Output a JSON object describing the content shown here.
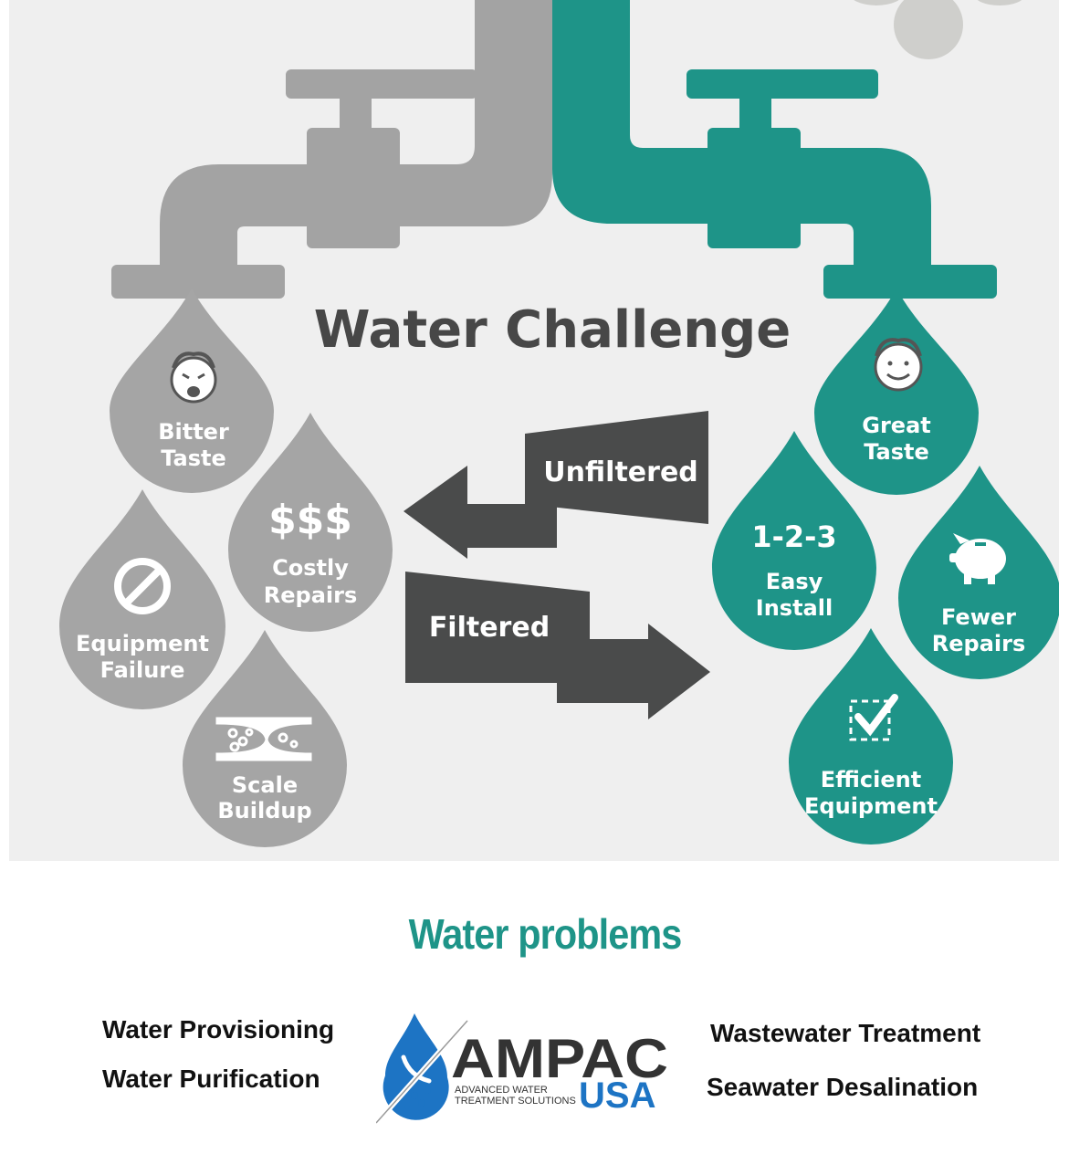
{
  "title": "Water Challenge",
  "arrows": {
    "unfiltered": "Unfiltered",
    "filtered": "Filtered"
  },
  "bad_drops": {
    "bitter_taste": [
      "Bitter",
      "Taste"
    ],
    "costly_repairs": {
      "symbol": "$$$",
      "lines": [
        "Costly",
        "Repairs"
      ]
    },
    "equipment_failure": [
      "Equipment",
      "Failure"
    ],
    "scale_buildup": [
      "Scale",
      "Buildup"
    ]
  },
  "good_drops": {
    "great_taste": [
      "Great",
      "Taste"
    ],
    "easy_install": {
      "symbol": "1-2-3",
      "lines": [
        "Easy",
        "Install"
      ]
    },
    "fewer_repairs": [
      "Fewer",
      "Repairs"
    ],
    "efficient_equipment": [
      "Efficient",
      "Equipment"
    ]
  },
  "footer": {
    "heading": "Water problems",
    "left_services": [
      "Water Provisioning",
      "Water Purification"
    ],
    "right_services": [
      "Wastewater Treatment",
      "Seawater Desalination"
    ]
  },
  "logo": {
    "brand": "AMPAC",
    "country": "USA",
    "tagline": [
      "ADVANCED WATER",
      "TREATMENT SOLUTIONS"
    ]
  },
  "colors": {
    "background": "#efefef",
    "gray_pipe": "#a3a3a3",
    "gray_drop": "#a5a5a5",
    "teal": "#1e9488",
    "dark_arrow": "#4a4b4b",
    "title": "#474747",
    "logo_blue": "#1d74c4",
    "logo_dark": "#333333"
  },
  "icons": [
    "crying-face-icon",
    "dollar-signs-icon",
    "no-symbol-icon",
    "scale-pipe-icon",
    "smiling-face-icon",
    "piggy-bank-icon",
    "checkbox-icon",
    "water-drop-logo-icon"
  ]
}
